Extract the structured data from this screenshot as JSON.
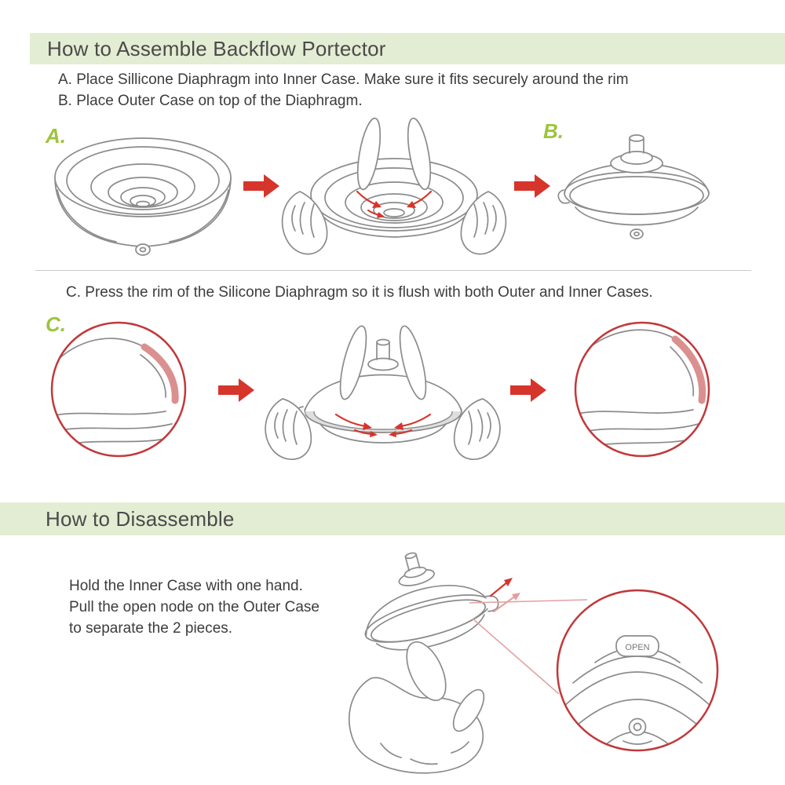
{
  "colors": {
    "banner_bg": "#e3edd3",
    "heading_text": "#4a4a4a",
    "body_text": "#3c3c3c",
    "step_label_green": "#9dc43c",
    "arrow_red": "#d6352c",
    "sketch_gray": "#8b8b8b",
    "magnifier_red": "#c0393b",
    "silicone_pink": "#db9090",
    "band_gray": "#dedede"
  },
  "assemble_section": {
    "title": "How to Assemble Backflow Portector",
    "steps": [
      "A. Place Sillicone Diaphragm into Inner Case. Make sure it fits securely around the rim",
      "B. Place Outer Case on top of the Diaphragm."
    ],
    "label_a": "A.",
    "label_b": "B.",
    "step_c": "C. Press the rim of the Silicone Diaphragm so it is flush with both Outer and Inner Cases.",
    "label_c": "C."
  },
  "disassemble_section": {
    "title": "How to Disassemble",
    "lines": [
      "Hold the Inner Case with one hand.",
      "Pull the open node on the Outer Case",
      "to separate the 2 pieces."
    ],
    "open_tab_label": "OPEN"
  }
}
